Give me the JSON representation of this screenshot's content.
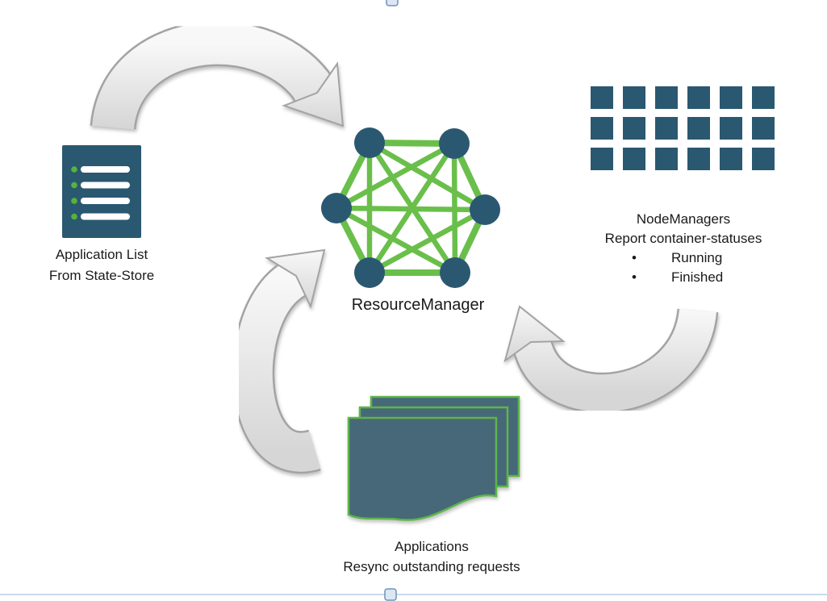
{
  "colors": {
    "background": "#ffffff",
    "text": "#1a1a1a",
    "dark_blue": "#2b5871",
    "doc_slate": "#466879",
    "edge_green": "#6abf4b",
    "doc_border_green": "#5cb549",
    "dot_green": "#55b33b",
    "arrow_fill_light": "#f8f8f8",
    "arrow_fill_dark": "#d6d6d6",
    "arrow_outline": "#a3a3a3",
    "selection_line": "#b8cfe6",
    "handle_fill": "#dce7f3",
    "handle_border": "#6e94ba"
  },
  "diagram": {
    "state_store": {
      "label_line1": "Application List",
      "label_line2": "From State-Store"
    },
    "resource_manager": {
      "label": "ResourceManager"
    },
    "node_managers": {
      "label_line1": "NodeManagers",
      "label_line2": "Report container-statuses",
      "bullet_char": "•",
      "bullets": [
        "Running",
        "Finished"
      ]
    },
    "applications": {
      "label_line1": "Applications",
      "label_line2": "Resync outstanding requests"
    }
  }
}
